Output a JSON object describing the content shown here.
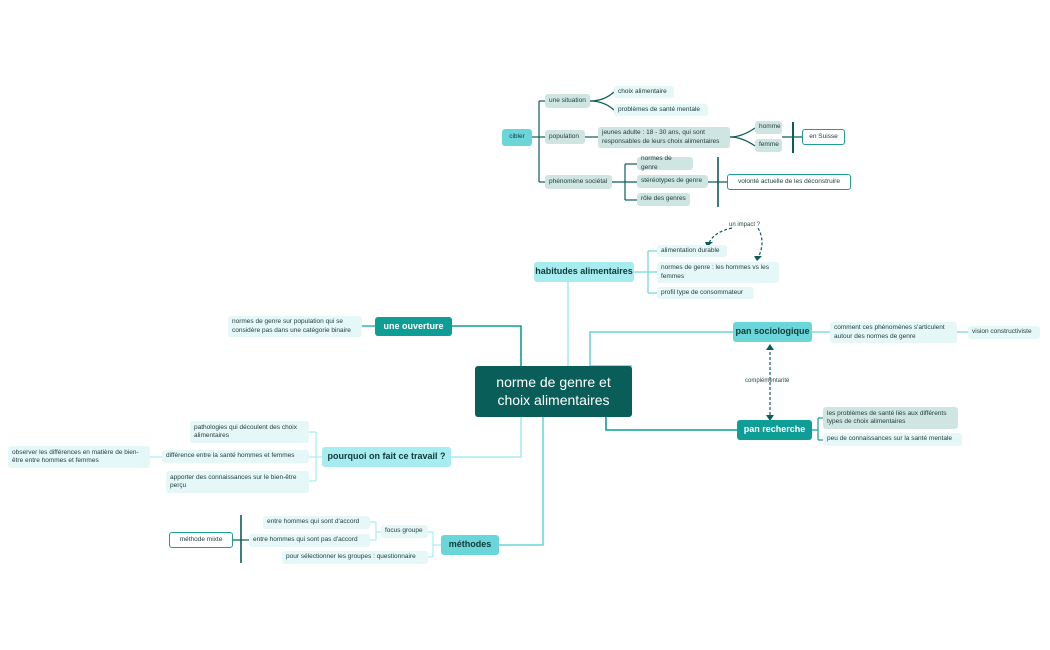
{
  "root": {
    "label": "norme de genre et choix alimentaires"
  },
  "cibler": {
    "label": "cibler",
    "situation": {
      "label": "une situation",
      "children": [
        "choix alimentaire",
        "problèmes de santé mentale"
      ]
    },
    "population": {
      "label": "population",
      "detail": "jeunes adulte : 18 - 30 ans, qui sont responsables de leurs choix alimentaires",
      "genders": [
        "homme",
        "femme"
      ],
      "summary": "en Suisse"
    },
    "phenomene": {
      "label": "phénomène sociétal",
      "children": [
        "normes de genre",
        "stéréotypes de genre",
        "rôle des genres"
      ],
      "summary": "volonté actuelle de les déconstruire"
    }
  },
  "habitudes": {
    "label": "habitudes alimentaires",
    "children": [
      "alimentation durable",
      "normes de genre : les hommes vs les femmes",
      "profil type de consommateur"
    ],
    "relation": "un impact ?"
  },
  "ouverture": {
    "label": "une ouverture",
    "children": [
      "normes de genre sur population qui se considère pas dans une catégorie binaire"
    ]
  },
  "sociologique": {
    "label": "pan sociologique",
    "children": [
      "comment ces phénomènes s'articulent autour des normes de genre"
    ],
    "sub": "vision constructiviste"
  },
  "complementarite": "complémentarité",
  "recherche": {
    "label": "pan recherche",
    "children": [
      "les problèmes de santé liés aux différents types de choix alimentaires",
      "peu de connaissances sur la santé mentale"
    ]
  },
  "pourquoi": {
    "label": "pourquoi on fait ce travail ?",
    "children": [
      "pathologies qui découlent des choix alimentaires",
      "différence entre la santé hommes et femmes",
      "apporter des connaissances sur le bien-être perçu"
    ],
    "sub": "observer les différences en matière de bien-être entre hommes et femmes"
  },
  "methodes": {
    "label": "méthodes",
    "focus": {
      "label": "focus groupe",
      "children": [
        "entre hommes qui sont d'accord",
        "entre hommes qui sont pas d'accord"
      ]
    },
    "selection": "pour sélectionner les groupes : questionnaire",
    "summary": "méthode mixte"
  }
}
